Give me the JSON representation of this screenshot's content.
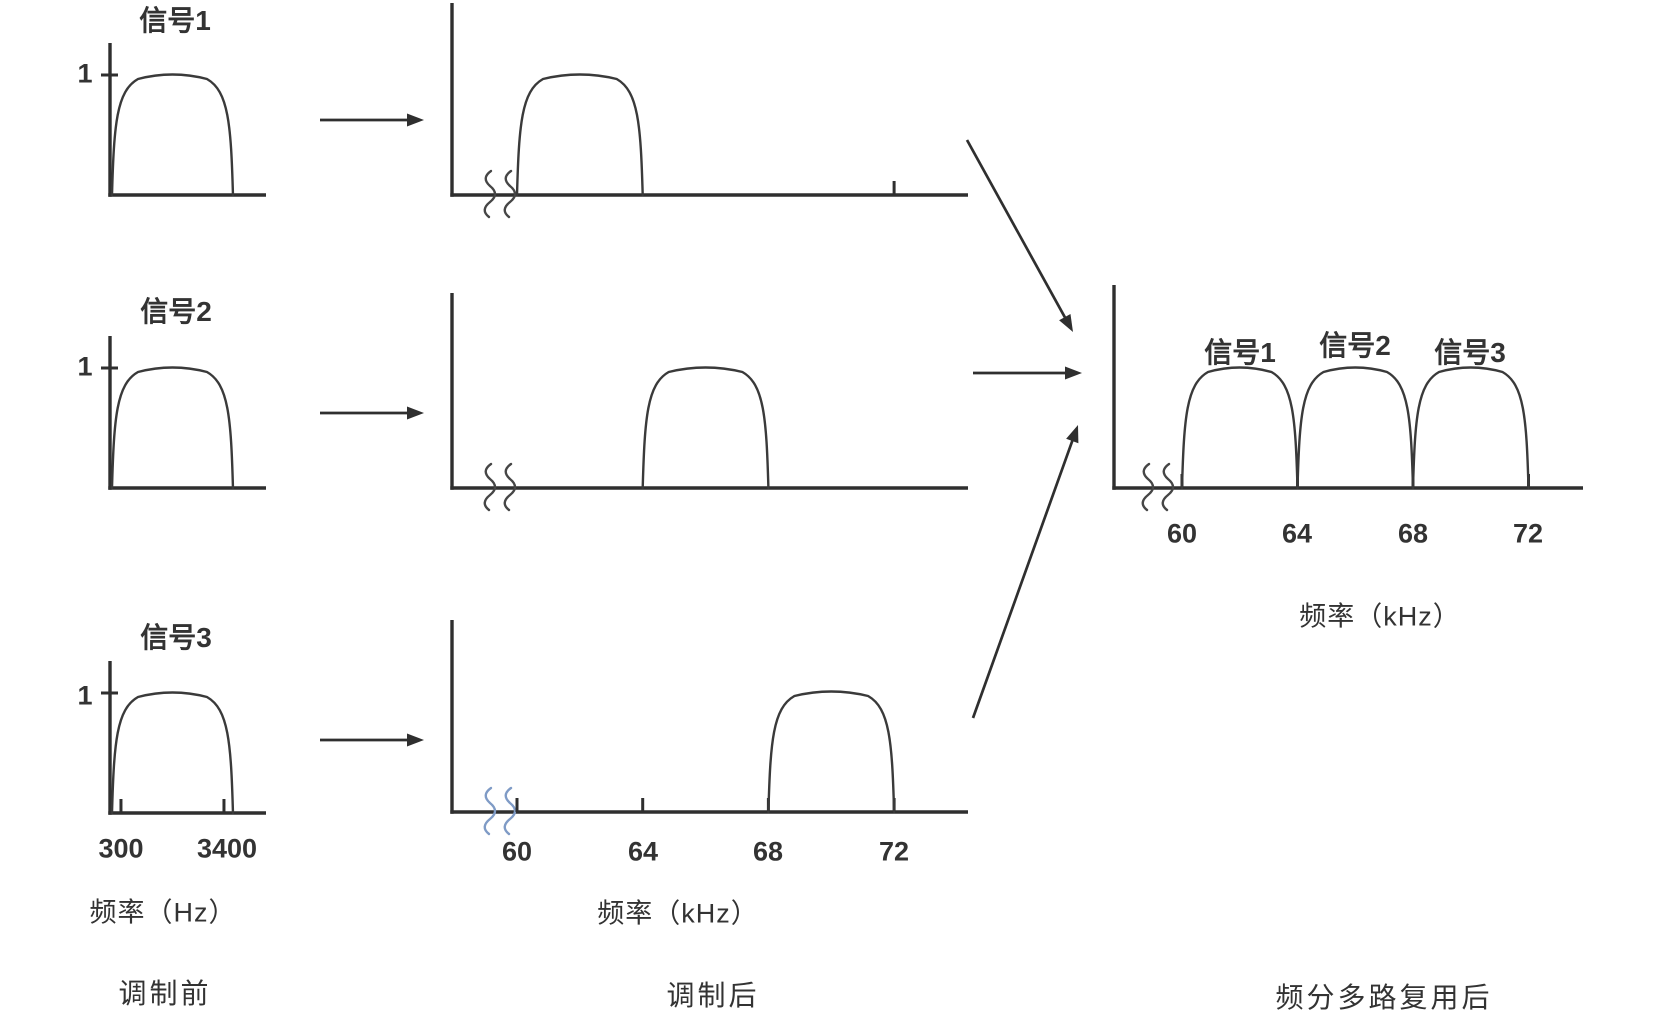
{
  "colors": {
    "background": "#ffffff",
    "stroke": "#2f2f2f",
    "curve": "#3a3a3a",
    "text": "#333333",
    "axis_break_default": "#464646",
    "axis_break_accent": "#7f9bc6"
  },
  "columns": [
    {
      "id": "before-modulation",
      "caption": "调制前"
    },
    {
      "id": "after-modulation",
      "caption": "调制后"
    },
    {
      "id": "after-fdm",
      "caption": "频分多路复用后"
    }
  ],
  "chart_data": [
    {
      "id": "before-signal-1",
      "type": "area",
      "title": "信号1",
      "amplitude": 1,
      "amplitude_label": "1",
      "x_unit": "Hz",
      "band": [
        300,
        3400
      ],
      "x_ticks": [],
      "x_tick_labels": [],
      "x_range": [
        0,
        4600
      ]
    },
    {
      "id": "before-signal-2",
      "type": "area",
      "title": "信号2",
      "amplitude": 1,
      "amplitude_label": "1",
      "x_unit": "Hz",
      "band": [
        300,
        3400
      ],
      "x_ticks": [],
      "x_tick_labels": [],
      "x_range": [
        0,
        4600
      ]
    },
    {
      "id": "before-signal-3",
      "type": "area",
      "title": "信号3",
      "amplitude": 1,
      "amplitude_label": "1",
      "x_unit": "Hz",
      "band": [
        300,
        3400
      ],
      "x_ticks": [
        300,
        3400
      ],
      "x_tick_labels": [
        "300",
        "3400"
      ],
      "xlabel": "频率（Hz）",
      "x_range": [
        0,
        4600
      ]
    },
    {
      "id": "after-signal-1",
      "type": "area",
      "amplitude": 1,
      "x_unit": "kHz",
      "band": [
        60,
        64
      ],
      "x_ticks": [
        72
      ],
      "x_tick_labels": [],
      "x_range": [
        58,
        76.4
      ],
      "axis_break": true
    },
    {
      "id": "after-signal-2",
      "type": "area",
      "amplitude": 1,
      "x_unit": "kHz",
      "band": [
        64,
        68
      ],
      "x_ticks": [],
      "x_tick_labels": [],
      "x_range": [
        58,
        76.4
      ],
      "axis_break": true
    },
    {
      "id": "after-signal-3",
      "type": "area",
      "amplitude": 1,
      "x_unit": "kHz",
      "band": [
        68,
        72
      ],
      "x_ticks": [
        60,
        64,
        68,
        72
      ],
      "x_tick_labels": [
        "60",
        "64",
        "68",
        "72"
      ],
      "xlabel": "频率（kHz）",
      "x_range": [
        58,
        76.4
      ],
      "axis_break": true,
      "break_color": "#7f9bc6"
    },
    {
      "id": "fdm-output",
      "type": "area",
      "amplitude": 1,
      "x_unit": "kHz",
      "series": [
        {
          "name": "信号1",
          "band": [
            60,
            64
          ]
        },
        {
          "name": "信号2",
          "band": [
            64,
            68
          ]
        },
        {
          "name": "信号3",
          "band": [
            68,
            72
          ]
        }
      ],
      "x_ticks": [
        60,
        64,
        68,
        72
      ],
      "x_tick_labels": [
        "60",
        "64",
        "68",
        "72"
      ],
      "xlabel": "频率（kHz）",
      "x_range": [
        58,
        76.2
      ],
      "axis_break": true
    }
  ]
}
